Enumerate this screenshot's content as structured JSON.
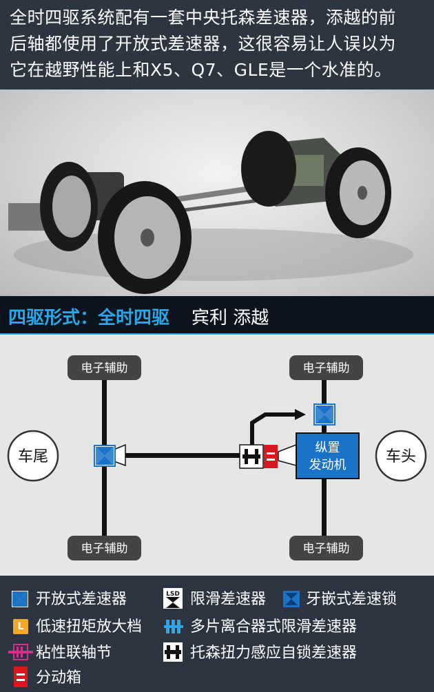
{
  "header": {
    "lines": [
      "全时四驱系统配有一套中央托森差速器，添越的前",
      "后轴都使用了开放式差速器，这很容易让人误以为",
      "它在越野性能上和X5、Q7、GLE是一个水准的。"
    ]
  },
  "title_bar": {
    "label": "四驱形式：全时四驱",
    "model": "宾利 添越"
  },
  "diagram": {
    "rear_label": "车尾",
    "front_label": "车头",
    "assist_label": "电子辅助",
    "engine_label_1": "纵置",
    "engine_label_2": "发动机",
    "colors": {
      "blue": "#1a73c6",
      "red": "#d8181f",
      "black": "#111111",
      "box": "#444444"
    }
  },
  "legend": {
    "open_diff": "开放式差速器",
    "lsd": "限滑差速器",
    "lsd_badge": "LSD",
    "dog_clutch": "牙嵌式差速锁",
    "low_range": "低速扭矩放大档",
    "low_range_badge": "L",
    "multi_plate": "多片离合器式限滑差速器",
    "viscous": "粘性联轴节",
    "torsen": "托森扭力感应自锁差速器",
    "transfer_case": "分动箱"
  }
}
